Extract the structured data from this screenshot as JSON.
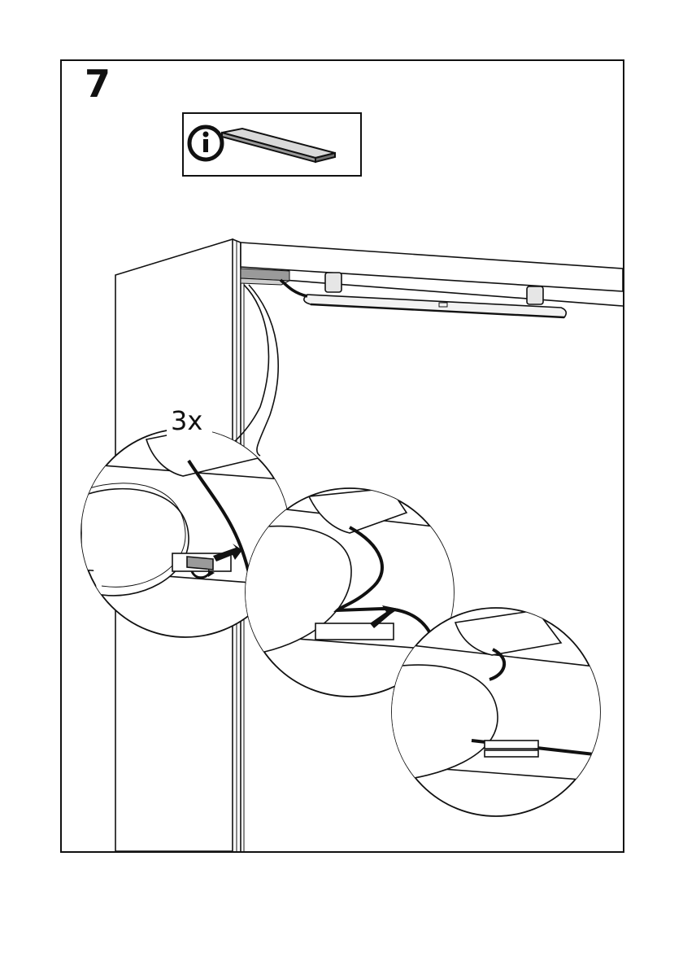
{
  "step": {
    "number": "7"
  },
  "info": {
    "icon": "info-icon",
    "part": "shelf-panel"
  },
  "detail": {
    "quantity": "3x"
  },
  "colors": {
    "line": "#111111",
    "gray": "#8c8c8c",
    "light_gray": "#cfcfcf",
    "background": "#ffffff"
  }
}
